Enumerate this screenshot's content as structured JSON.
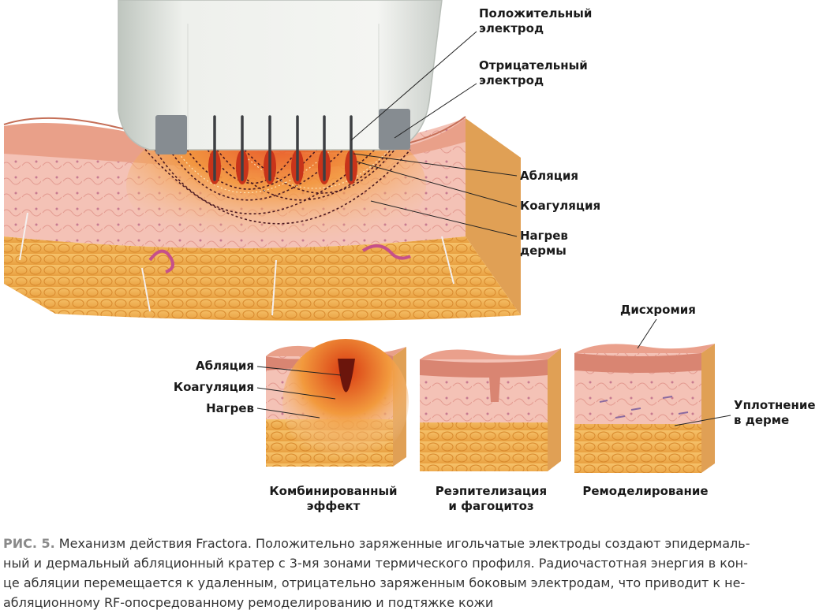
{
  "labels": {
    "positive_electrode": "Положительный\nэлектрод",
    "negative_electrode": "Отрицательный\nэлектрод",
    "ablation_main": "Абляция",
    "coagulation_main": "Коагуляция",
    "heating_dermis": "Нагрев\nдермы",
    "ablation_small": "Абляция",
    "coagulation_small": "Коагуляция",
    "heating_small": "Нагрев",
    "dyschromia": "Дисхромия",
    "dermal_compaction": "Уплотнение\nв дерме",
    "stage1": "Комбинированный\nэффект",
    "stage2": "Реэпителизация\nи фагоцитоз",
    "stage3": "Ремоделирование"
  },
  "caption": {
    "figure_label": "РИС. 5.",
    "text": " Механизм действия Fractora. Положительно заряженные игольчатые электроды создают эпидермаль-\nный и дермальный абляционный кратер с 3-мя зонами термического профиля. Радиочастотная энергия в кон-\nце абляции перемещается к удаленным, отрицательно заряженным боковым электродам, что приводит к не-\nабляционному RF-опосредованному ремоделированию и подтяжке кожи"
  },
  "colors": {
    "skin_top": "#f5b89c",
    "dermis": "#f7cfc4",
    "fat": "#f1b45a",
    "heat": "#f28a2e",
    "ablation": "#8b1a10",
    "electrode_gray": "#8a8f94",
    "handpiece": "#e9ece8"
  }
}
